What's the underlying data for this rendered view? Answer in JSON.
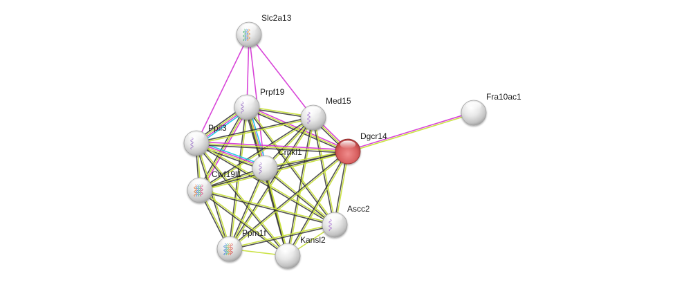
{
  "title": "Protein interaction network",
  "edge_colors": {
    "textmining": "#c8e03c",
    "coexpression": "#333333",
    "experiments": "#d63bd6",
    "databases": "#1cc7e6"
  },
  "nodes": [
    {
      "id": "Slc2a13",
      "label": "Slc2a13",
      "color": "gray",
      "has_structure": true,
      "query": false
    },
    {
      "id": "Prpf19",
      "label": "Prpf19",
      "color": "gray",
      "has_structure": true,
      "query": false
    },
    {
      "id": "Med15",
      "label": "Med15",
      "color": "gray",
      "has_structure": true,
      "query": false
    },
    {
      "id": "Ppil3",
      "label": "Ppil3",
      "color": "gray",
      "has_structure": true,
      "query": false
    },
    {
      "id": "Dgcr14",
      "label": "Dgcr14",
      "color": "red",
      "has_structure": false,
      "query": true
    },
    {
      "id": "Crnkl1",
      "label": "Crnkl1",
      "color": "gray",
      "has_structure": true,
      "query": false
    },
    {
      "id": "Cwf19l1",
      "label": "Cwf19l1",
      "color": "gray",
      "has_structure": true,
      "query": false
    },
    {
      "id": "Ascc2",
      "label": "Ascc2",
      "color": "gray",
      "has_structure": true,
      "query": false
    },
    {
      "id": "Ppm1f",
      "label": "Ppm1f",
      "color": "gray",
      "has_structure": true,
      "query": false
    },
    {
      "id": "Kansl2",
      "label": "Kansl2",
      "color": "gray",
      "has_structure": false,
      "query": false
    },
    {
      "id": "Fra10ac1",
      "label": "Fra10ac1",
      "color": "gray",
      "has_structure": false,
      "query": false
    }
  ],
  "edges": [
    {
      "source": "Slc2a13",
      "target": "Ppil3",
      "types": [
        "experiments"
      ]
    },
    {
      "source": "Slc2a13",
      "target": "Prpf19",
      "types": [
        "experiments"
      ]
    },
    {
      "source": "Slc2a13",
      "target": "Crnkl1",
      "types": [
        "experiments"
      ]
    },
    {
      "source": "Slc2a13",
      "target": "Med15",
      "types": [
        "experiments"
      ]
    },
    {
      "source": "Dgcr14",
      "target": "Fra10ac1",
      "types": [
        "experiments",
        "textmining"
      ]
    },
    {
      "source": "Prpf19",
      "target": "Ppil3",
      "types": [
        "databases",
        "experiments",
        "textmining",
        "coexpression"
      ]
    },
    {
      "source": "Prpf19",
      "target": "Crnkl1",
      "types": [
        "databases",
        "experiments",
        "textmining",
        "coexpression"
      ]
    },
    {
      "source": "Prpf19",
      "target": "Med15",
      "types": [
        "textmining",
        "coexpression"
      ]
    },
    {
      "source": "Prpf19",
      "target": "Dgcr14",
      "types": [
        "experiments",
        "textmining",
        "coexpression"
      ]
    },
    {
      "source": "Prpf19",
      "target": "Cwf19l1",
      "types": [
        "experiments",
        "textmining",
        "coexpression"
      ]
    },
    {
      "source": "Prpf19",
      "target": "Ascc2",
      "types": [
        "textmining",
        "coexpression"
      ]
    },
    {
      "source": "Prpf19",
      "target": "Ppm1f",
      "types": [
        "textmining",
        "coexpression"
      ]
    },
    {
      "source": "Prpf19",
      "target": "Kansl2",
      "types": [
        "textmining",
        "coexpression"
      ]
    },
    {
      "source": "Med15",
      "target": "Dgcr14",
      "types": [
        "experiments",
        "textmining",
        "coexpression"
      ]
    },
    {
      "source": "Med15",
      "target": "Ppil3",
      "types": [
        "textmining",
        "coexpression"
      ]
    },
    {
      "source": "Med15",
      "target": "Crnkl1",
      "types": [
        "textmining",
        "coexpression"
      ]
    },
    {
      "source": "Med15",
      "target": "Cwf19l1",
      "types": [
        "textmining",
        "coexpression"
      ]
    },
    {
      "source": "Med15",
      "target": "Ascc2",
      "types": [
        "textmining",
        "coexpression"
      ]
    },
    {
      "source": "Med15",
      "target": "Ppm1f",
      "types": [
        "textmining",
        "coexpression"
      ]
    },
    {
      "source": "Med15",
      "target": "Kansl2",
      "types": [
        "textmining",
        "coexpression"
      ]
    },
    {
      "source": "Ppil3",
      "target": "Crnkl1",
      "types": [
        "databases",
        "experiments",
        "textmining",
        "coexpression"
      ]
    },
    {
      "source": "Ppil3",
      "target": "Dgcr14",
      "types": [
        "experiments",
        "textmining",
        "coexpression"
      ]
    },
    {
      "source": "Ppil3",
      "target": "Cwf19l1",
      "types": [
        "textmining",
        "coexpression"
      ]
    },
    {
      "source": "Ppil3",
      "target": "Ppm1f",
      "types": [
        "textmining",
        "coexpression"
      ]
    },
    {
      "source": "Ppil3",
      "target": "Kansl2",
      "types": [
        "textmining",
        "coexpression"
      ]
    },
    {
      "source": "Ppil3",
      "target": "Ascc2",
      "types": [
        "textmining",
        "coexpression"
      ]
    },
    {
      "source": "Crnkl1",
      "target": "Dgcr14",
      "types": [
        "textmining",
        "coexpression"
      ]
    },
    {
      "source": "Crnkl1",
      "target": "Cwf19l1",
      "types": [
        "textmining",
        "coexpression"
      ]
    },
    {
      "source": "Crnkl1",
      "target": "Ascc2",
      "types": [
        "textmining",
        "coexpression"
      ]
    },
    {
      "source": "Crnkl1",
      "target": "Ppm1f",
      "types": [
        "textmining",
        "coexpression"
      ]
    },
    {
      "source": "Crnkl1",
      "target": "Kansl2",
      "types": [
        "textmining",
        "coexpression"
      ]
    },
    {
      "source": "Dgcr14",
      "target": "Cwf19l1",
      "types": [
        "textmining",
        "coexpression"
      ]
    },
    {
      "source": "Dgcr14",
      "target": "Ascc2",
      "types": [
        "textmining",
        "coexpression"
      ]
    },
    {
      "source": "Dgcr14",
      "target": "Ppm1f",
      "types": [
        "textmining",
        "coexpression"
      ]
    },
    {
      "source": "Dgcr14",
      "target": "Kansl2",
      "types": [
        "textmining",
        "coexpression"
      ]
    },
    {
      "source": "Cwf19l1",
      "target": "Ppm1f",
      "types": [
        "textmining",
        "coexpression"
      ]
    },
    {
      "source": "Cwf19l1",
      "target": "Kansl2",
      "types": [
        "textmining",
        "coexpression"
      ]
    },
    {
      "source": "Cwf19l1",
      "target": "Ascc2",
      "types": [
        "textmining",
        "coexpression"
      ]
    },
    {
      "source": "Ppm1f",
      "target": "Kansl2",
      "types": [
        "textmining"
      ]
    },
    {
      "source": "Ppm1f",
      "target": "Ascc2",
      "types": [
        "textmining",
        "coexpression"
      ]
    },
    {
      "source": "Kansl2",
      "target": "Ascc2",
      "types": [
        "textmining"
      ]
    }
  ]
}
